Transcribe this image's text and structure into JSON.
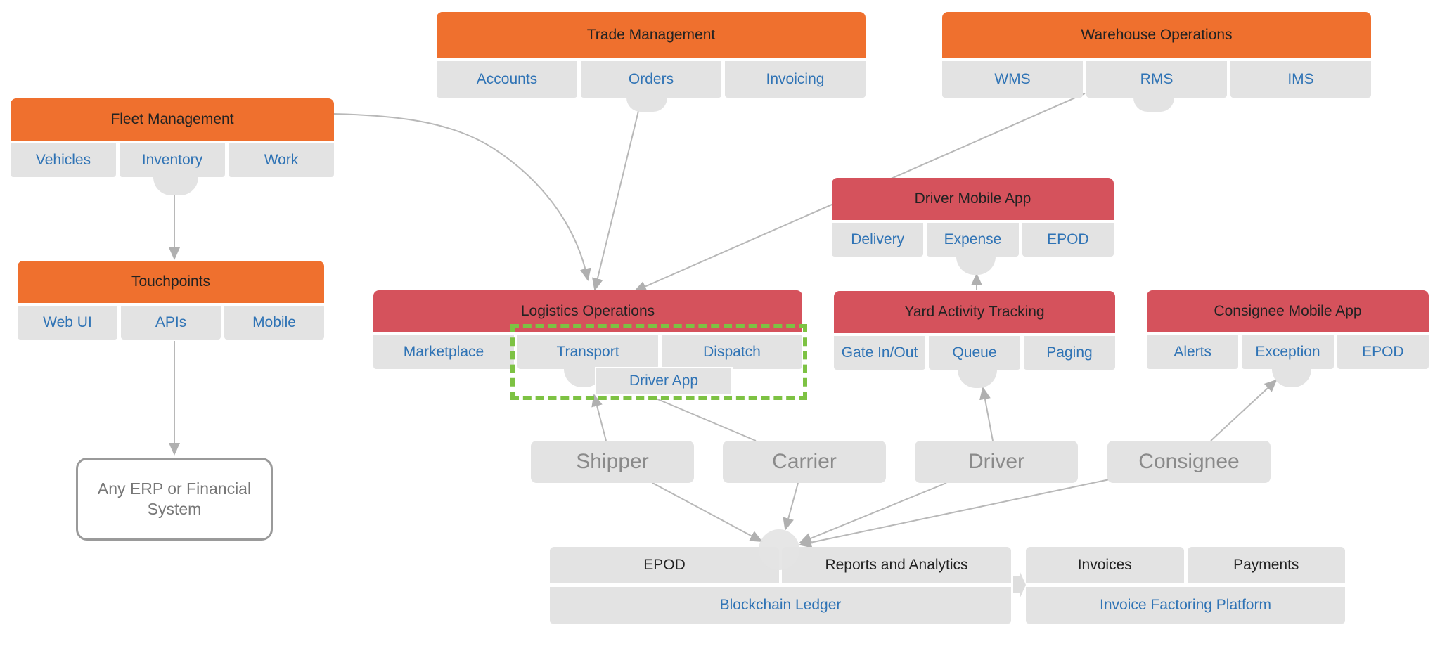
{
  "colors": {
    "orange": "#EF702E",
    "red": "#D5525C",
    "cell_bg": "#E3E3E3",
    "cell_text": "#2F73B5",
    "highlight": "#7DC243"
  },
  "trade": {
    "title": "Trade Management",
    "items": [
      "Accounts",
      "Orders",
      "Invoicing"
    ]
  },
  "warehouse": {
    "title": "Warehouse Operations",
    "items": [
      "WMS",
      "RMS",
      "IMS"
    ]
  },
  "fleet": {
    "title": "Fleet Management",
    "items": [
      "Vehicles",
      "Inventory",
      "Work"
    ]
  },
  "touchpoints": {
    "title": "Touchpoints",
    "items": [
      "Web UI",
      "APIs",
      "Mobile"
    ]
  },
  "external_system": "Any ERP or Financial System",
  "driver_app_module": {
    "title": "Driver Mobile App",
    "items": [
      "Delivery",
      "Expense",
      "EPOD"
    ]
  },
  "logistics": {
    "title": "Logistics Operations",
    "items": [
      "Marketplace",
      "Transport",
      "Dispatch"
    ],
    "driver_app": "Driver App"
  },
  "yard": {
    "title": "Yard Activity Tracking",
    "items": [
      "Gate In/Out",
      "Queue",
      "Paging"
    ]
  },
  "consignee_app": {
    "title": "Consignee Mobile App",
    "items": [
      "Alerts",
      "Exception",
      "EPOD"
    ]
  },
  "actors": [
    "Shipper",
    "Carrier",
    "Driver",
    "Consignee"
  ],
  "ledger": {
    "items": [
      "EPOD",
      "Reports and Analytics"
    ],
    "base": "Blockchain Ledger"
  },
  "factoring": {
    "items": [
      "Invoices",
      "Payments"
    ],
    "base": "Invoice Factoring Platform"
  }
}
